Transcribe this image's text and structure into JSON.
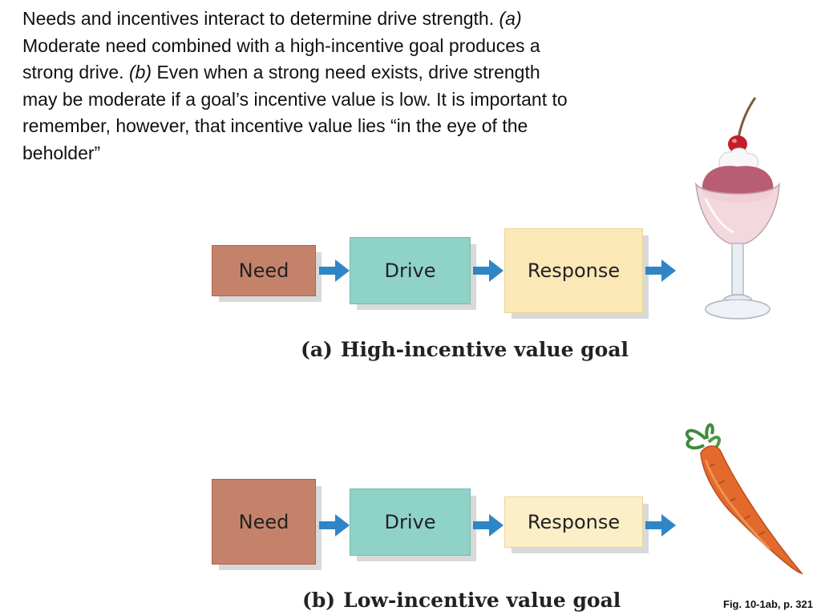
{
  "caption": {
    "part1": "Needs and incentives interact to determine drive strength. ",
    "a_tag": "(a)",
    "part2": " Moderate need combined with a high-incentive goal produces a strong drive. ",
    "b_tag": "(b)",
    "part3": " Even when a strong need exists, drive strength may be moderate if a goal’s incentive value is low. It is important to remember, however, that incentive value lies “in the eye of the beholder”"
  },
  "panel_a": {
    "need": "Need",
    "drive": "Drive",
    "response": "Response",
    "tag": "(a)",
    "label": "High-incentive value goal",
    "goal_icon": "ice-cream-sundae-icon"
  },
  "panel_b": {
    "need": "Need",
    "drive": "Drive",
    "response": "Response",
    "tag": "(b)",
    "label": "Low-incentive value goal",
    "goal_icon": "carrot-icon"
  },
  "figure_ref": "Fig. 10-1ab, p. 321",
  "colors": {
    "need": "#c5826a",
    "drive": "#8fd2c8",
    "response": "#fbe8b6",
    "arrow": "#2f86c6"
  }
}
